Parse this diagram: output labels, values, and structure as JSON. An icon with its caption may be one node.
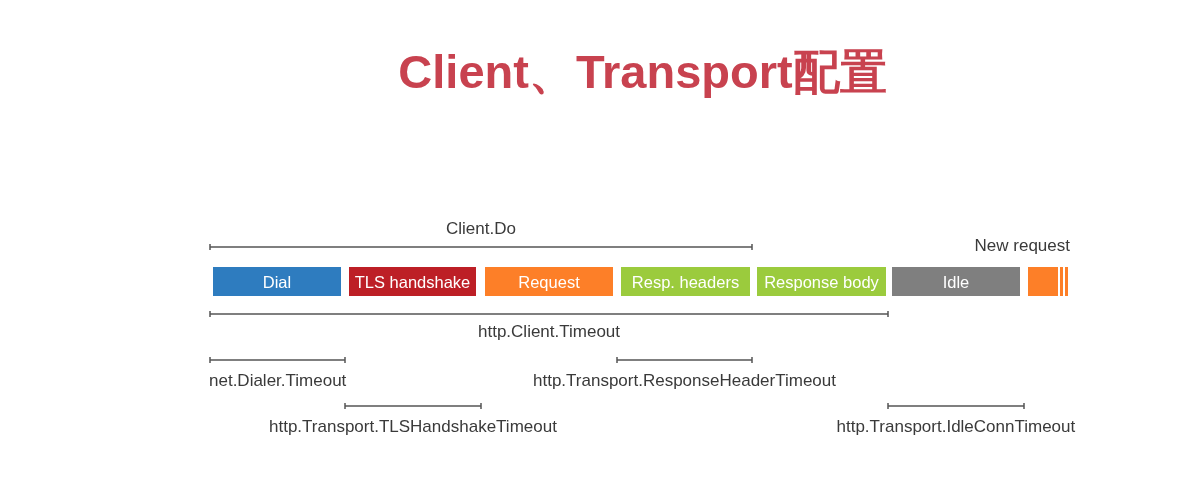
{
  "diagram": {
    "title": "Client、Transport配置",
    "nodes": [
      {
        "text": [
          "Dial"
        ]
      },
      {
        "text": [
          "TLS handshake"
        ]
      },
      {
        "text": [
          "Request"
        ]
      },
      {
        "text": [
          "Resp. headers"
        ]
      },
      {
        "text": [
          "Response body"
        ]
      },
      {
        "text": [
          "Idle"
        ]
      },
      {
        "text": [],
        "shape": "box",
        "beside": [
          "New request"
        ]
      }
    ],
    "labels": [
      "Client.Do",
      "http.Client.Timeout",
      "net.Dialer.Timeout",
      "http.Transport.ResponseHeaderTimeout",
      "http.Transport.TLSHandshakeTimeout",
      "http.Transport.IdleConnTimeout"
    ]
  }
}
